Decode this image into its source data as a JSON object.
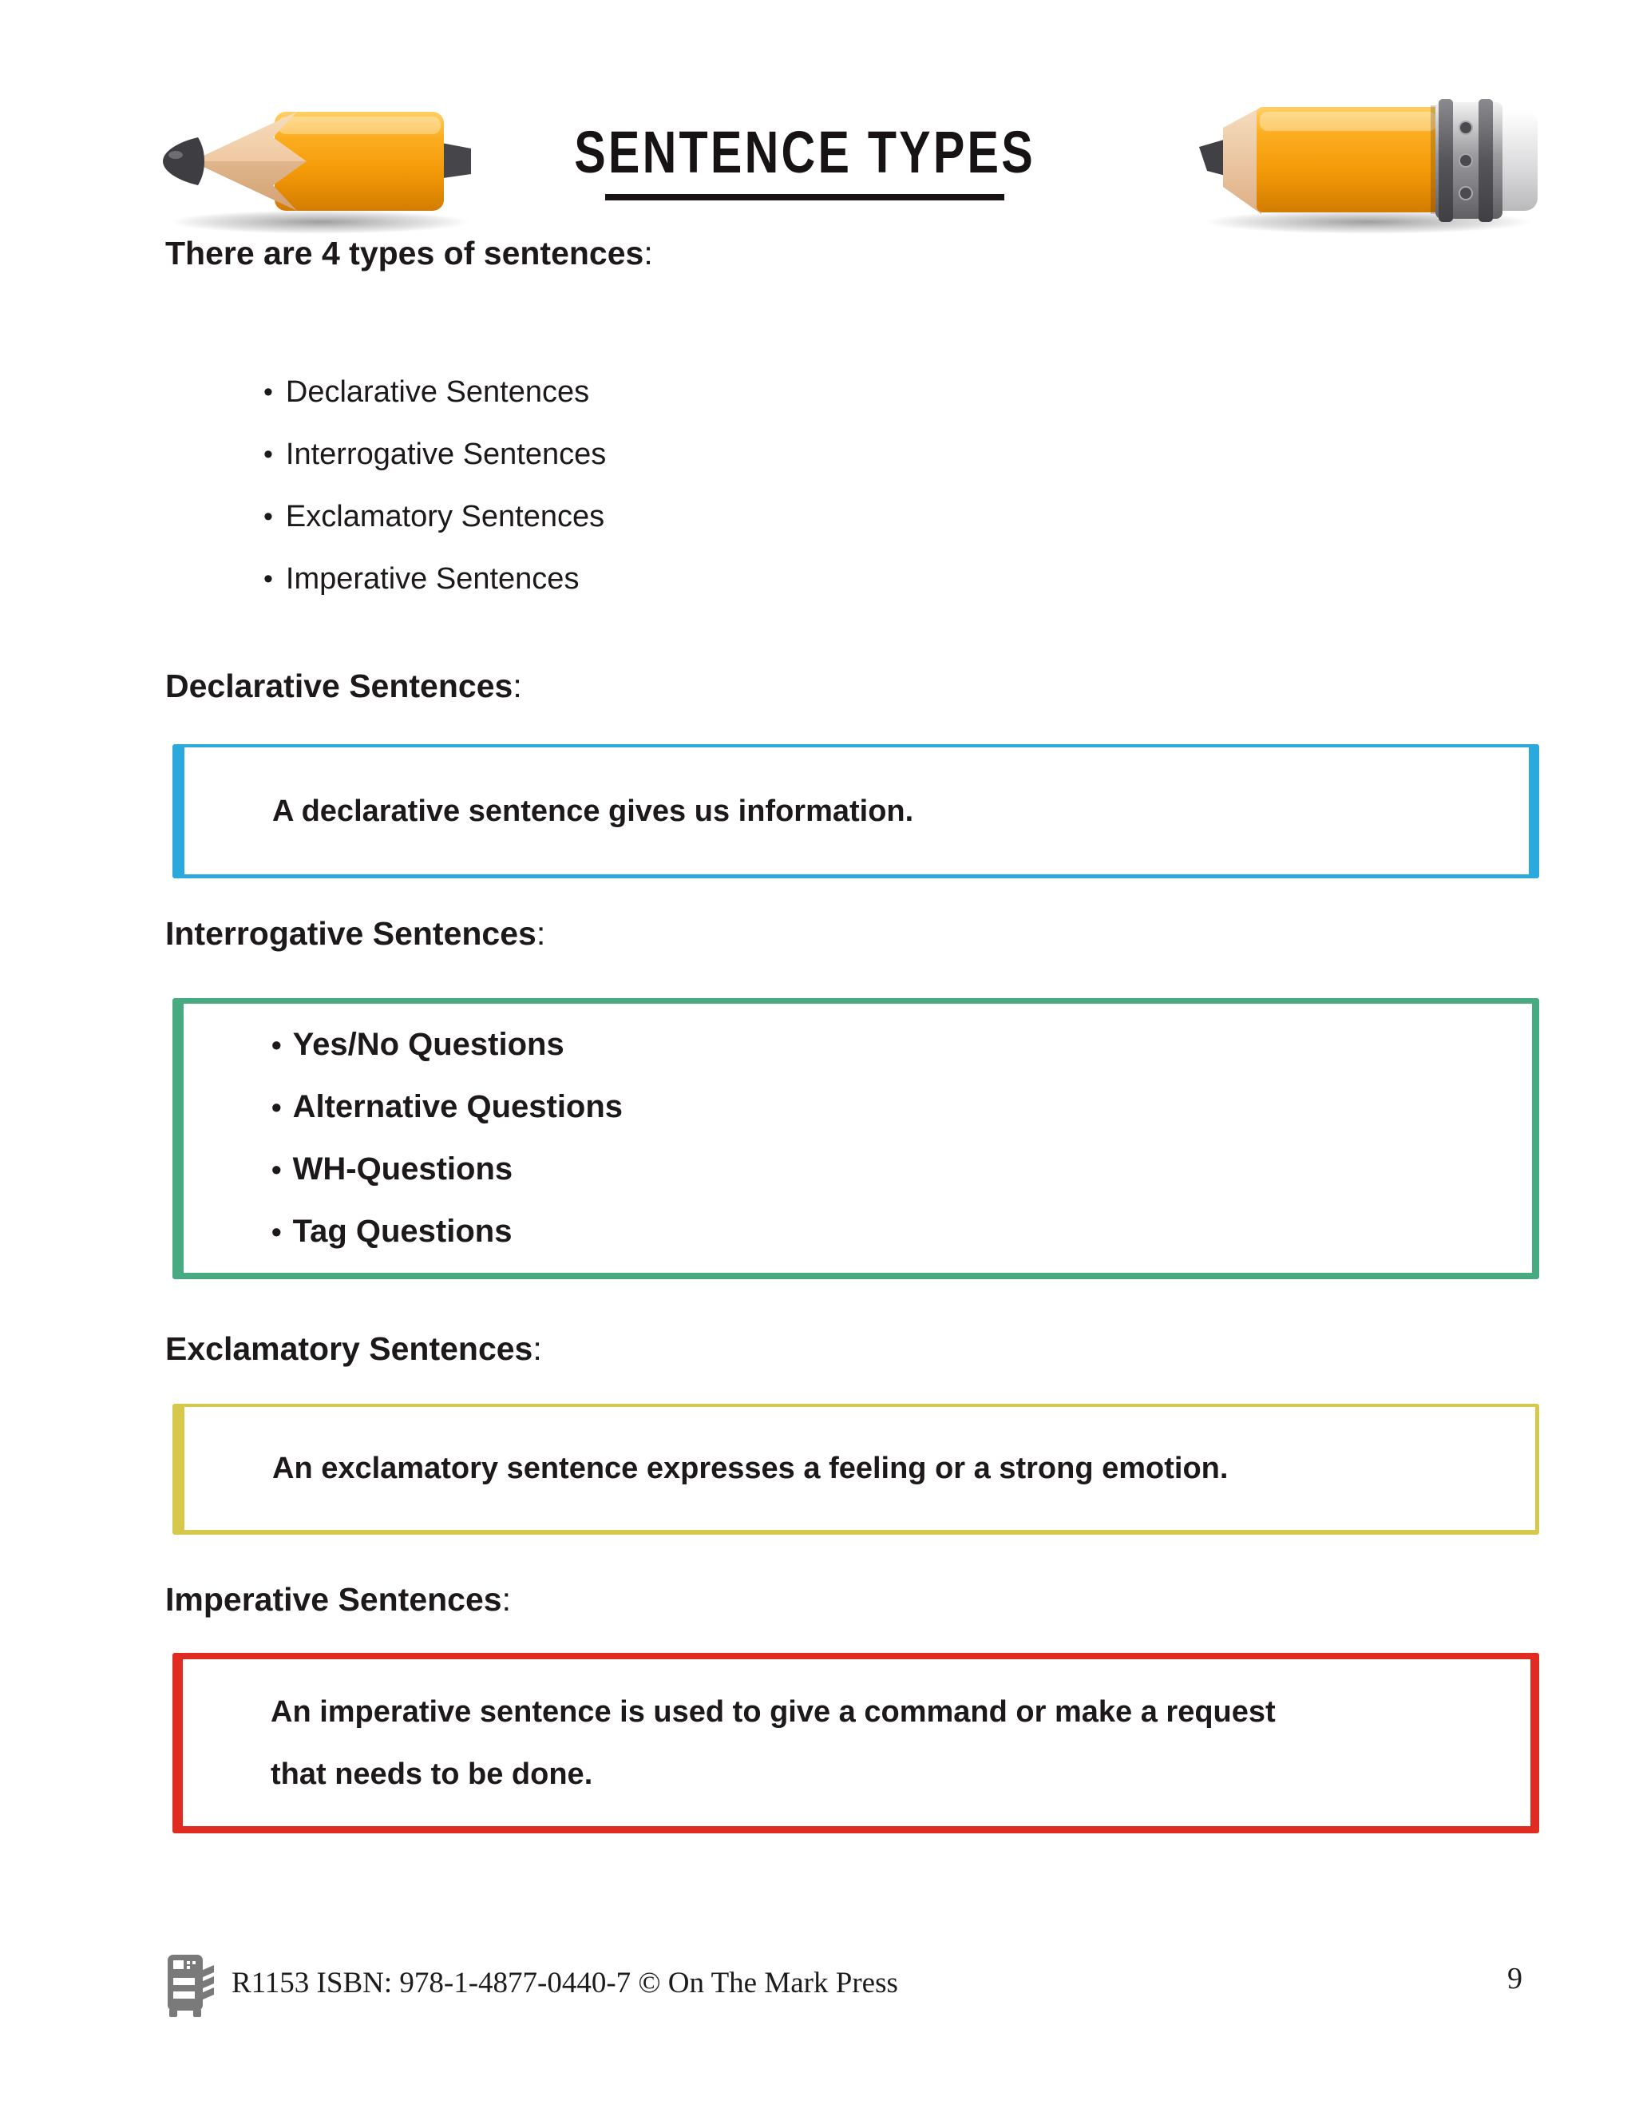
{
  "header": {
    "title": "SENTENCE TYPES",
    "left_icon": "pencil-tip-icon",
    "right_icon": "pencil-eraser-icon"
  },
  "intro": {
    "heading": "There are 4 types of sentences",
    "colon": ":",
    "bullet_char": "•",
    "bullets": [
      "Declarative Sentences",
      "Interrogative Sentences",
      "Exclamatory Sentences",
      "Imperative Sentences"
    ]
  },
  "sections": [
    {
      "heading": "Declarative Sentences",
      "colon": ":",
      "border_color": "#2BA9DC",
      "text": "A declarative sentence gives us information."
    },
    {
      "heading": "Interrogative Sentences",
      "colon": ":",
      "border_color": "#47AA80",
      "bullet_char": "•",
      "bullets": [
        "Yes/No Questions",
        "Alternative Questions",
        "WH-Questions",
        "Tag Questions"
      ]
    },
    {
      "heading": "Exclamatory Sentences",
      "colon": ":",
      "border_color": "#D5C84A",
      "text": "An exclamatory sentence expresses a feeling or a strong emotion."
    },
    {
      "heading": "Imperative Sentences",
      "colon": ":",
      "border_color": "#DF2B20",
      "lines": [
        "An imperative sentence is used to give a command or make a request",
        "that needs to be done."
      ]
    }
  ],
  "footer": {
    "icon": "copier-icon",
    "text": "R1153 ISBN: 978-1-4877-0440-7 © On The Mark Press",
    "page_number": "9"
  },
  "colors": {
    "text": "#1D191A",
    "declarative_box": "#2BA9DC",
    "interrogative_box": "#47AA80",
    "exclamatory_box": "#D5C84A",
    "imperative_box": "#DF2B20",
    "pencil_orange": "#F49A08",
    "pencil_wood": "#EFC9A2",
    "footer_icon_gray": "#7A7A7A"
  }
}
